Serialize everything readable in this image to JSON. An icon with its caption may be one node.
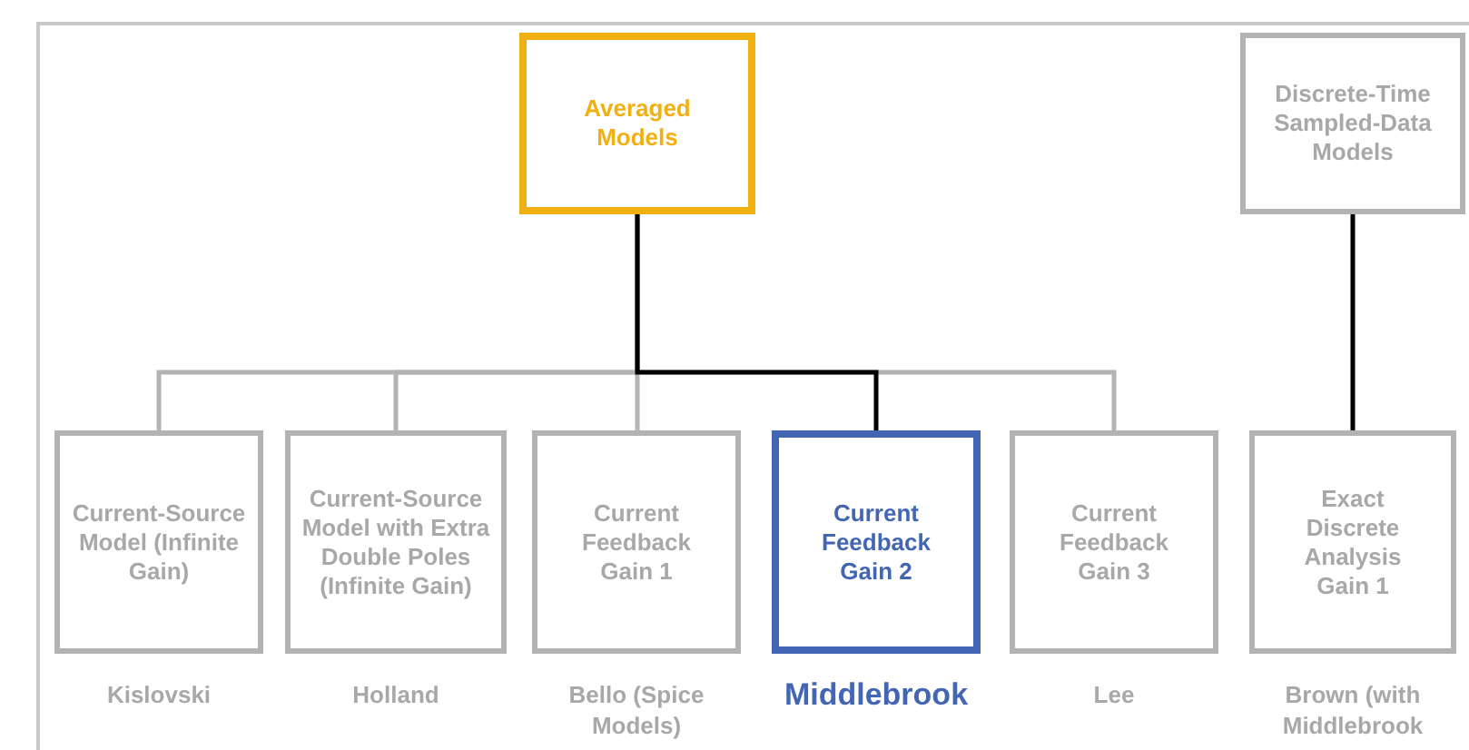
{
  "diagram": {
    "nodes": [
      {
        "text": [
          "Averaged Models"
        ]
      },
      {
        "text": [
          "Discrete-Time Sampled-Data Models"
        ]
      },
      {
        "text": [
          "Current-Source Model (Infinite Gain)"
        ],
        "beside": [
          "Kislovski"
        ]
      },
      {
        "text": [
          "Current-Source Model with Extra Double Poles (Infinite Gain)"
        ],
        "beside": [
          "Holland"
        ]
      },
      {
        "text": [
          "Current Feedback Gain 1"
        ],
        "beside": [
          "Bello (Spice Models)"
        ]
      },
      {
        "text": [
          "Current Feedback Gain 2"
        ],
        "beside": [
          "Middlebrook"
        ]
      },
      {
        "text": [
          "Current Feedback Gain 3"
        ],
        "beside": [
          "Lee"
        ]
      },
      {
        "text": [
          "Exact Discrete Analysis Gain 1"
        ],
        "beside": [
          "Brown (with Middlebrook"
        ]
      }
    ],
    "edges": [
      {
        "from": 0,
        "to": 2,
        "arrow": "none"
      },
      {
        "from": 0,
        "to": 3,
        "arrow": "none"
      },
      {
        "from": 0,
        "to": 4,
        "arrow": "none"
      },
      {
        "from": 0,
        "to": 6,
        "arrow": "none"
      },
      {
        "from": 0,
        "to": 5,
        "arrow": "none",
        "color": "#000000"
      },
      {
        "from": 1,
        "to": 7,
        "arrow": "none",
        "color": "#000000"
      }
    ]
  }
}
